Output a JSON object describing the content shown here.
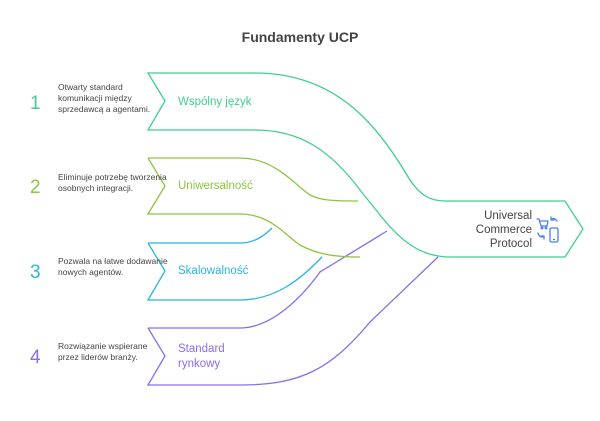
{
  "title": "Fundamenty UCP",
  "items": [
    {
      "number": "1",
      "label": "Wspólny język",
      "description": "Otwarty standard komunikacji między sprzedawcą a agentami.",
      "color": "#3ecf8e"
    },
    {
      "number": "2",
      "label": "Uniwersalność",
      "description": "Eliminuje potrzebę tworzenia osobnych integracji.",
      "color": "#8cc63f"
    },
    {
      "number": "3",
      "label": "Skalowalność",
      "description": "Pozwala na łatwe dodawanie nowych agentów.",
      "color": "#29b6e0"
    },
    {
      "number": "4",
      "label": "Standard rynkowy",
      "description": "Rozwiązanie wspierane przez liderów branży.",
      "color": "#8a6cf0"
    }
  ],
  "target": {
    "label": "Universal Commerce Protocol",
    "icon": "cart-phone-exchange-icon",
    "color": "#3ecf8e",
    "icon_color": "#4a7ef0"
  }
}
